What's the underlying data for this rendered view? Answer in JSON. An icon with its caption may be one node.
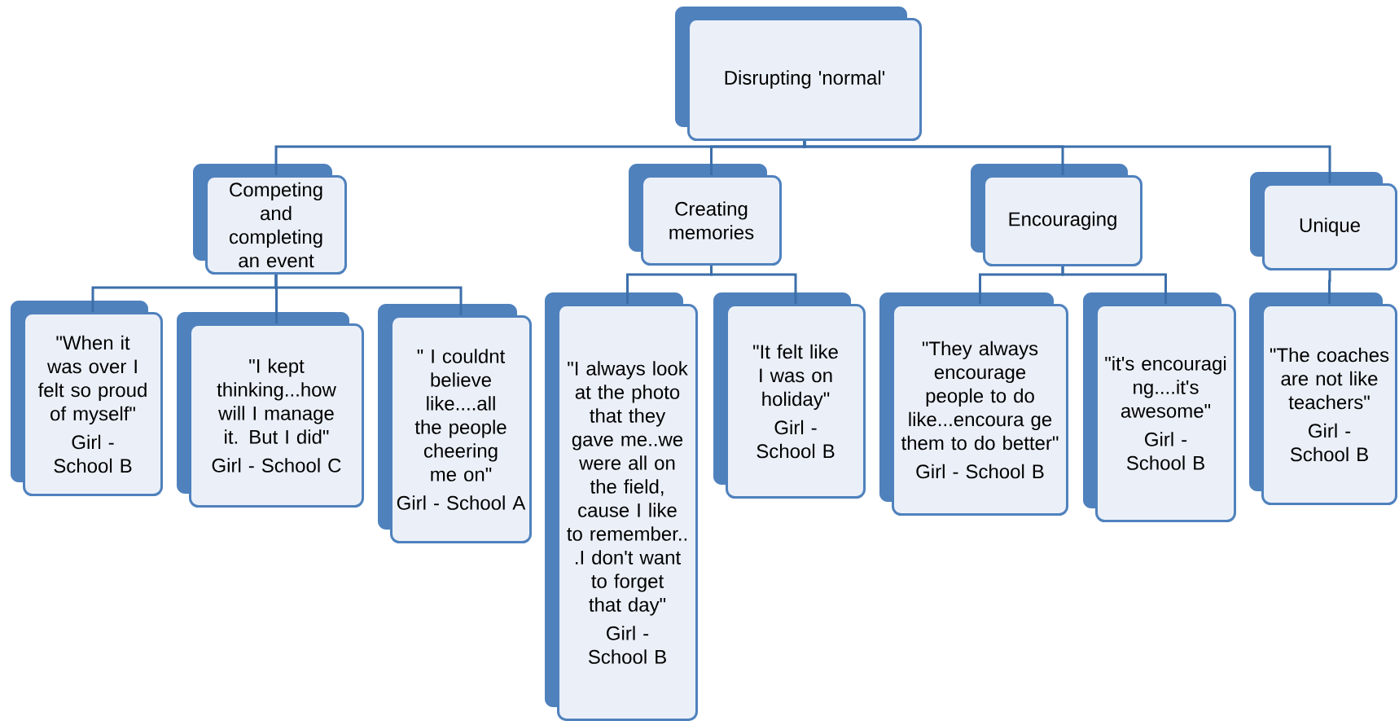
{
  "diagram": {
    "nodes": [
      {
        "text": [
          "Disrupting 'normal'"
        ]
      },
      {
        "text": [
          "Competing and completing an event"
        ]
      },
      {
        "text": [
          "Creating memories"
        ]
      },
      {
        "text": [
          "Encouraging"
        ]
      },
      {
        "text": [
          "Unique"
        ]
      },
      {
        "text": [
          "\"When it was over I felt so proud of myself\"",
          "Girl - School B"
        ]
      },
      {
        "text": [
          "\"I kept thinking...how will I manage it.  But I did\"",
          "Girl - School C"
        ]
      },
      {
        "text": [
          "\" I couldnt believe like....all the people cheering me on\"",
          "Girl - School A"
        ]
      },
      {
        "text": [
          "\"I always look at the photo that they gave me..we were all on the field, cause I like to remember.. .I don't want to forget that day\"",
          "Girl - School B"
        ]
      },
      {
        "text": [
          "\"It felt like I was on holiday\"",
          "Girl - School B"
        ]
      },
      {
        "text": [
          "\"They always encourage people to do like...encoura ge them to do better\"",
          "Girl - School B"
        ]
      },
      {
        "text": [
          "\"it's encouragi ng....it's awesome\"",
          "Girl - School B"
        ]
      },
      {
        "text": [
          "\"The coaches are not like teachers\"",
          "Girl - School B"
        ]
      }
    ],
    "edges": [
      {
        "from": 0,
        "to": 1,
        "arrow": "none"
      },
      {
        "from": 0,
        "to": 2,
        "arrow": "none"
      },
      {
        "from": 0,
        "to": 3,
        "arrow": "none"
      },
      {
        "from": 0,
        "to": 4,
        "arrow": "none"
      },
      {
        "from": 1,
        "to": 5,
        "arrow": "none"
      },
      {
        "from": 1,
        "to": 6,
        "arrow": "none"
      },
      {
        "from": 1,
        "to": 7,
        "arrow": "none"
      },
      {
        "from": 2,
        "to": 8,
        "arrow": "none"
      },
      {
        "from": 2,
        "to": 9,
        "arrow": "none"
      },
      {
        "from": 3,
        "to": 10,
        "arrow": "none"
      },
      {
        "from": 3,
        "to": 11,
        "arrow": "none"
      },
      {
        "from": 4,
        "to": 12,
        "arrow": "none"
      }
    ]
  }
}
